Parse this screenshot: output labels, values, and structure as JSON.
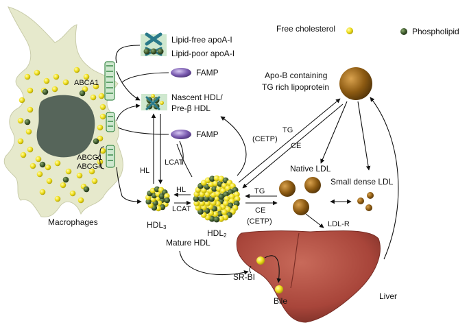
{
  "legend": {
    "free_cholesterol": "Free cholesterol",
    "phospholipid": "Phospholipid"
  },
  "labels": {
    "lipid_free_apoa1": "Lipid-free apoA-I",
    "lipid_poor_apoa1": "Lipid-poor apoA-I",
    "abca1": "ABCA1",
    "famp_top": "FAMP",
    "nascent_hdl_line1": "Nascent HDL/",
    "nascent_hdl_line2": "Pre-β HDL",
    "famp_bottom": "FAMP",
    "abcg1": "ABCG1",
    "abcg4": "ABCG4",
    "lcat_upper": "LCAT",
    "hl_left": "HL",
    "hl_mid": "HL",
    "lcat_mid": "LCAT",
    "hdl3": "HDL",
    "hdl3_sub": "3",
    "hdl2": "HDL",
    "hdl2_sub": "2",
    "mature_hdl": "Mature HDL",
    "macrophages": "Macrophages",
    "apob_line1": "Apo-B containing",
    "apob_line2": "TG rich lipoprotein",
    "tg_upper": "TG",
    "cetp_upper": "(CETP)",
    "ce_upper": "CE",
    "native_ldl": "Native LDL",
    "small_dense_ldl": "Small dense LDL",
    "tg_lower": "TG",
    "ce_lower": "CE",
    "cetp_lower": "(CETP)",
    "ldl_r": "LDL-R",
    "sr_bi": "SR-BI",
    "bile": "Bile",
    "liver": "Liver"
  },
  "colors": {
    "cholesterol_yellow": "#f2e21a",
    "phospholipid_green": "#3e5a2c",
    "macrophage_body": "#e6e9cc",
    "macrophage_nucleus": "#56655a",
    "apob_brown": "#8c5a12",
    "liver_red": "#a8453a",
    "famp_purple": "#7a5bb0",
    "apoa1_teal": "#2a7a8a",
    "receptor_green": "#3c8a4a",
    "highlight_mint": "#cfe8cf"
  }
}
